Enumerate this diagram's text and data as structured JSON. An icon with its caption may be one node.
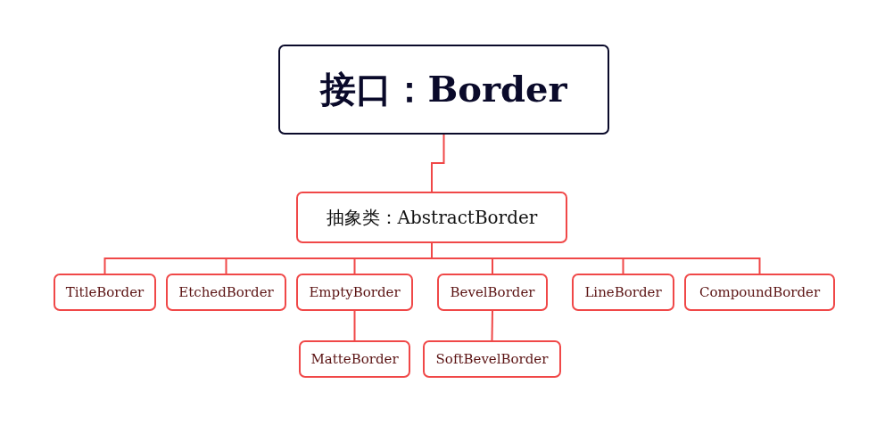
{
  "diagram": {
    "nodes": [
      {
        "text": [
          "接口：Border"
        ]
      },
      {
        "text": [
          "抽象类：AbstractBorder"
        ]
      },
      {
        "text": [
          "TitleBorder"
        ]
      },
      {
        "text": [
          "EtchedBorder"
        ]
      },
      {
        "text": [
          "EmptyBorder"
        ]
      },
      {
        "text": [
          "BevelBorder"
        ]
      },
      {
        "text": [
          "LineBorder"
        ]
      },
      {
        "text": [
          "CompoundBorder"
        ]
      },
      {
        "text": [
          "MatteBorder"
        ]
      },
      {
        "text": [
          "SoftBevelBorder"
        ]
      }
    ],
    "edges": [
      {
        "from": 0,
        "to": 1,
        "arrow": "none"
      },
      {
        "from": 1,
        "to": 2,
        "arrow": "none"
      },
      {
        "from": 1,
        "to": 3,
        "arrow": "none"
      },
      {
        "from": 1,
        "to": 4,
        "arrow": "none"
      },
      {
        "from": 1,
        "to": 5,
        "arrow": "none"
      },
      {
        "from": 1,
        "to": 6,
        "arrow": "none"
      },
      {
        "from": 1,
        "to": 7,
        "arrow": "none"
      },
      {
        "from": 4,
        "to": 8,
        "arrow": "none"
      },
      {
        "from": 5,
        "to": 9,
        "arrow": "none"
      }
    ]
  }
}
